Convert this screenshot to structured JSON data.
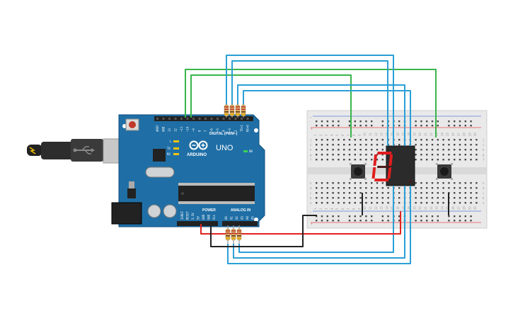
{
  "board": {
    "model": "UNO",
    "brand": "ARDUINO",
    "on_label": "ON",
    "tx_label": "TX",
    "rx_label": "RX",
    "l_label": "L",
    "digital_header": "DIGITAL (PWM~)",
    "analog_header": "ANALOG IN",
    "power_header": "POWER",
    "aref_label": "AREF",
    "gnd_label": "GND",
    "digital_pins": [
      "13",
      "12",
      "~11",
      "~10",
      "~9",
      "8",
      "7",
      "~6",
      "~5",
      "4",
      "~3",
      "2",
      "TX>1",
      "RX<0"
    ],
    "power_pins": [
      "IOREF",
      "RESET",
      "3.3V",
      "5V",
      "GND",
      "GND",
      "Vin"
    ],
    "analog_pins": [
      "A0",
      "A1",
      "A2",
      "A3",
      "A4",
      "A5"
    ]
  },
  "display": {
    "digit": "0",
    "segment_color": "#e01e1e"
  },
  "breadboard": {
    "top_rail_signs": [
      "-",
      "+"
    ],
    "bottom_rail_signs": [
      "-",
      "+"
    ],
    "column_numbers": [
      "1",
      "2",
      "3",
      "4",
      "5",
      "6",
      "7",
      "8",
      "9",
      "10",
      "11",
      "12",
      "13",
      "14",
      "15",
      "16",
      "17",
      "18",
      "19",
      "20",
      "21",
      "22",
      "23",
      "24",
      "25",
      "26",
      "27",
      "28",
      "29",
      "30"
    ],
    "row_letters_top": [
      "j",
      "i",
      "h",
      "g",
      "f"
    ],
    "row_letters_bottom": [
      "e",
      "d",
      "c",
      "b",
      "a"
    ]
  },
  "colors": {
    "board_blue": "#1f6fa6",
    "wire_blue": "#2a9fd6",
    "wire_green": "#39b54a",
    "wire_red": "#e0231f",
    "wire_black": "#222222"
  }
}
